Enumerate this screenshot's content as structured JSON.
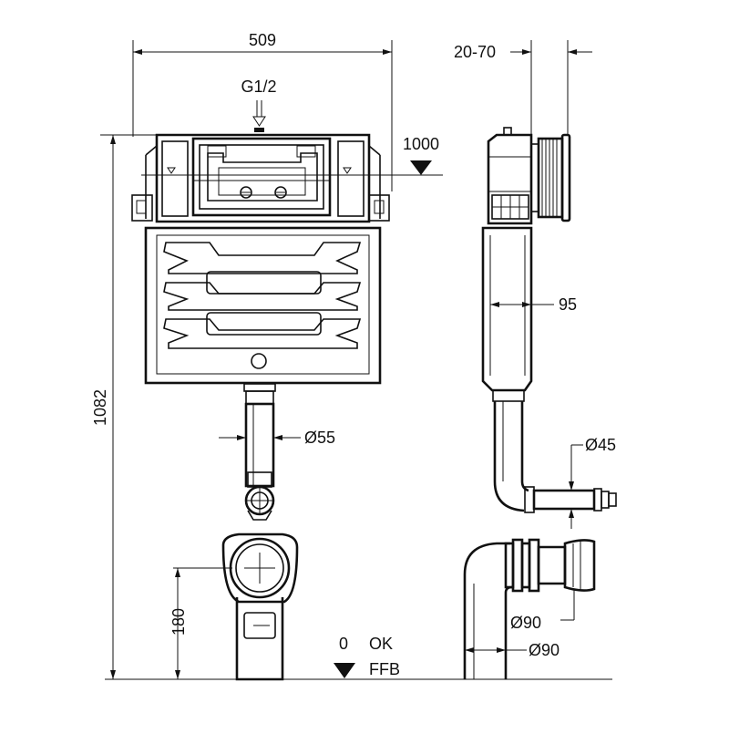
{
  "dimensions": {
    "width": "509",
    "depth_range": "20-70",
    "height": "1082",
    "supply_thread": "G1/2",
    "reference_level": "1000",
    "frame_depth": "95",
    "flush_pipe_dia": "Ø55",
    "outlet_dia": "Ø45",
    "bend_dia": "Ø90",
    "pan_connector_dia": "Ø90",
    "outlet_height": "180",
    "ok_zero": "0",
    "ok_label": "OK",
    "ffb_label": "FFB"
  },
  "colors": {
    "line": "#111111",
    "background": "#ffffff"
  }
}
